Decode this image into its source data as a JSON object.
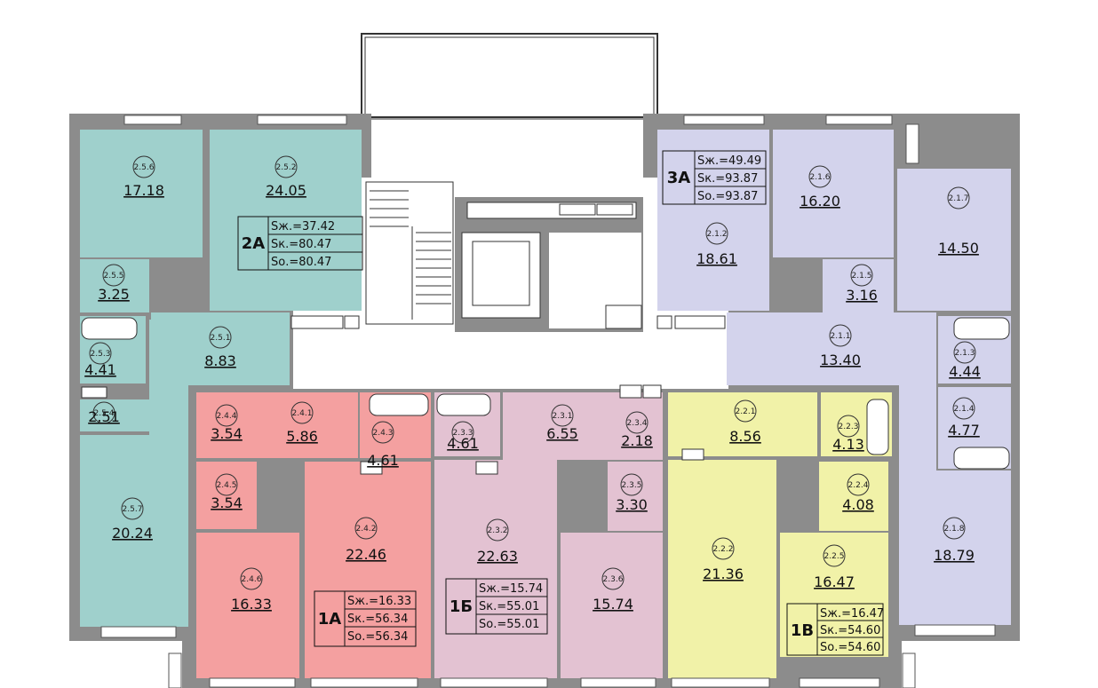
{
  "colors": {
    "unit_2A": "#9fd0cc",
    "unit_3A": "#d3d3ec",
    "unit_1A": "#f4a0a0",
    "unit_1B": "#e3c2d2",
    "unit_1V": "#f1f2a8",
    "wall": "#8c8c8c",
    "stair": "#ffffff"
  },
  "units": [
    {
      "id": "2A",
      "code": "2А",
      "s_living": "Sж.=37.42",
      "s_k": "Sк.=80.47",
      "s_o": "Sо.=80.47"
    },
    {
      "id": "3A",
      "code": "3А",
      "s_living": "Sж.=49.49",
      "s_k": "Sк.=93.87",
      "s_o": "Sо.=93.87"
    },
    {
      "id": "1A",
      "code": "1А",
      "s_living": "Sж.=16.33",
      "s_k": "Sк.=56.34",
      "s_o": "Sо.=56.34"
    },
    {
      "id": "1B",
      "code": "1Б",
      "s_living": "Sж.=15.74",
      "s_k": "Sк.=55.01",
      "s_o": "Sо.=55.01"
    },
    {
      "id": "1V",
      "code": "1В",
      "s_living": "Sж.=16.47",
      "s_k": "Sк.=54.60",
      "s_o": "Sо.=54.60"
    }
  ],
  "rooms": [
    {
      "id": "2.5.6",
      "area": "17.18"
    },
    {
      "id": "2.5.2",
      "area": "24.05"
    },
    {
      "id": "2.5.5",
      "area": "3.25"
    },
    {
      "id": "2.5.1",
      "area": "8.83"
    },
    {
      "id": "2.5.3",
      "area": "4.41"
    },
    {
      "id": "2.5.4",
      "area": "2.51"
    },
    {
      "id": "2.5.7",
      "area": "20.24"
    },
    {
      "id": "2.4.4",
      "area": "3.54"
    },
    {
      "id": "2.4.1",
      "area": "5.86"
    },
    {
      "id": "2.4.3",
      "area": "4.61"
    },
    {
      "id": "2.4.5",
      "area": "3.54"
    },
    {
      "id": "2.4.2",
      "area": "22.46"
    },
    {
      "id": "2.4.6",
      "area": "16.33"
    },
    {
      "id": "2.3.3",
      "area": "4.61"
    },
    {
      "id": "2.3.1",
      "area": "6.55"
    },
    {
      "id": "2.3.4",
      "area": "2.18"
    },
    {
      "id": "2.3.5",
      "area": "3.30"
    },
    {
      "id": "2.3.2",
      "area": "22.63"
    },
    {
      "id": "2.3.6",
      "area": "15.74"
    },
    {
      "id": "2.1.2",
      "area": "18.61"
    },
    {
      "id": "2.1.6",
      "area": "16.20"
    },
    {
      "id": "2.1.7",
      "area": "14.50"
    },
    {
      "id": "2.1.5",
      "area": "3.16"
    },
    {
      "id": "2.1.1",
      "area": "13.40"
    },
    {
      "id": "2.1.3",
      "area": "4.44"
    },
    {
      "id": "2.1.4",
      "area": "4.77"
    },
    {
      "id": "2.1.8",
      "area": "18.79"
    },
    {
      "id": "2.2.1",
      "area": "8.56"
    },
    {
      "id": "2.2.3",
      "area": "4.13"
    },
    {
      "id": "2.2.4",
      "area": "4.08"
    },
    {
      "id": "2.2.2",
      "area": "21.36"
    },
    {
      "id": "2.2.5",
      "area": "16.47"
    }
  ]
}
